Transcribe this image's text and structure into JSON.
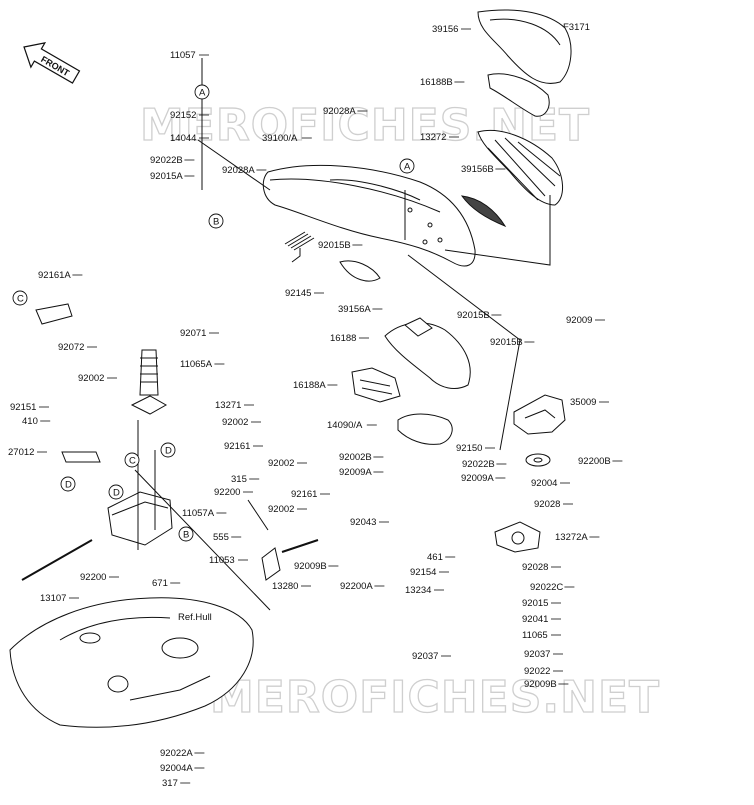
{
  "figure_code": "F3171",
  "front_label": "FRONT",
  "ref_label": "Ref.Hull",
  "watermark": "MEROFICHES.NET",
  "ref_letters": [
    "A",
    "B",
    "C",
    "D"
  ],
  "parts": [
    "11057",
    "92152",
    "14044",
    "92022B",
    "92015A",
    "92028A",
    "39100/A",
    "92028A",
    "92015B",
    "92145",
    "39156A",
    "39156",
    "16188B",
    "13272",
    "39156B",
    "92015B",
    "92015B",
    "92009",
    "92161A",
    "92071",
    "92072",
    "92002",
    "11065A",
    "92151",
    "410",
    "13271",
    "92002",
    "92161",
    "27012",
    "315",
    "92200",
    "11057A",
    "16188",
    "16188A",
    "14090/A",
    "35009",
    "92150",
    "92200B",
    "92002B",
    "92009A",
    "92022B",
    "92009A",
    "92004",
    "92028",
    "92002",
    "92161",
    "92002",
    "92043",
    "555",
    "11053",
    "92009B",
    "13272A",
    "461",
    "92154",
    "92028",
    "13234",
    "92022C",
    "92015",
    "92041",
    "11065",
    "92037",
    "92037",
    "92022",
    "92009B",
    "13107",
    "92200",
    "671",
    "13280",
    "92200A",
    "92022A",
    "92004A",
    "317"
  ]
}
